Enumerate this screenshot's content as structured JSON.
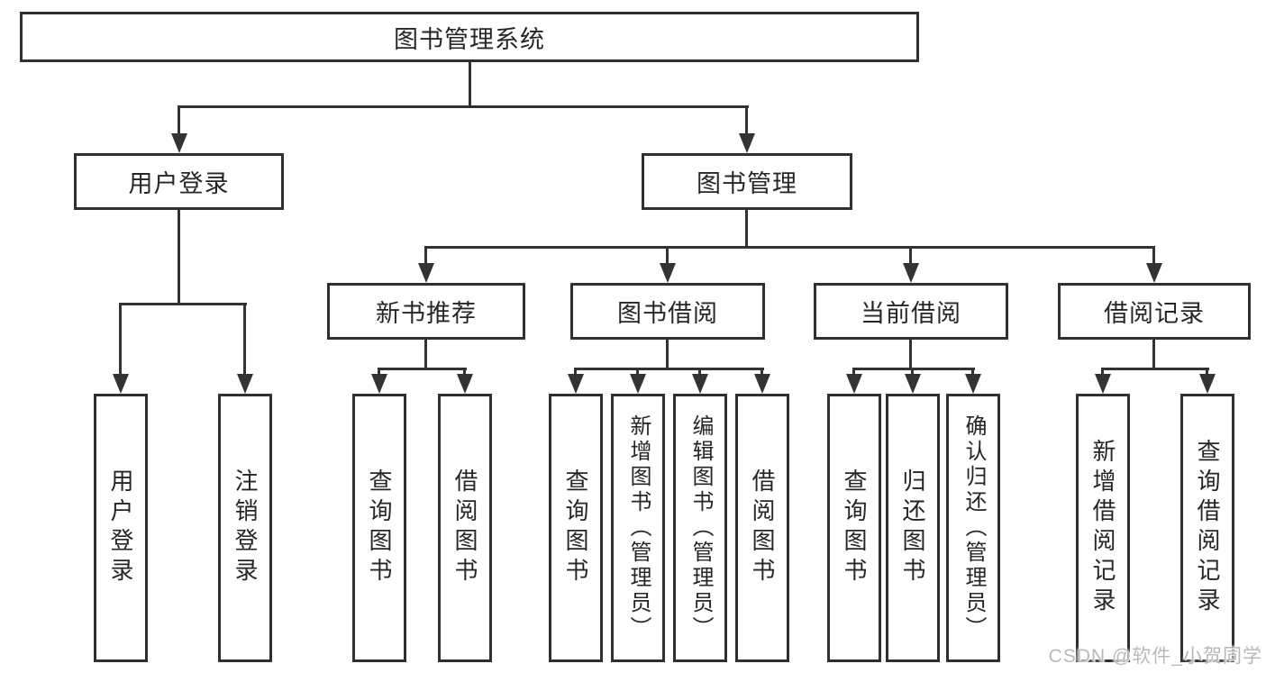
{
  "diagram": {
    "root": {
      "label": "图书管理系统"
    },
    "branches": {
      "user_login": {
        "label": "用户登录"
      },
      "book_management": {
        "label": "图书管理"
      }
    },
    "modules": {
      "new_book_recommend": {
        "label": "新书推荐"
      },
      "book_borrowing": {
        "label": "图书借阅"
      },
      "current_borrowing": {
        "label": "当前借阅"
      },
      "borrowing_records": {
        "label": "借阅记录"
      }
    },
    "leaves": {
      "user_login": [
        "用户登录",
        "注销登录"
      ],
      "new_book_recommend": [
        "查询图书",
        "借阅图书"
      ],
      "book_borrowing": [
        "查询图书",
        "新增图书（管理员）",
        "编辑图书（管理员）",
        "借阅图书"
      ],
      "current_borrowing": [
        "查询图书",
        "归还图书",
        "确认归还（管理员）"
      ],
      "borrowing_records": [
        "新增借阅记录",
        "查询借阅记录"
      ]
    }
  },
  "watermark": {
    "text": "CSDN @软件_小贺同学"
  },
  "colors": {
    "line": "#333333",
    "border": "#303030",
    "text": "#262626",
    "box_background": "#ffffff",
    "page_background": "#ffffff",
    "watermark": "#b9b9b9"
  }
}
